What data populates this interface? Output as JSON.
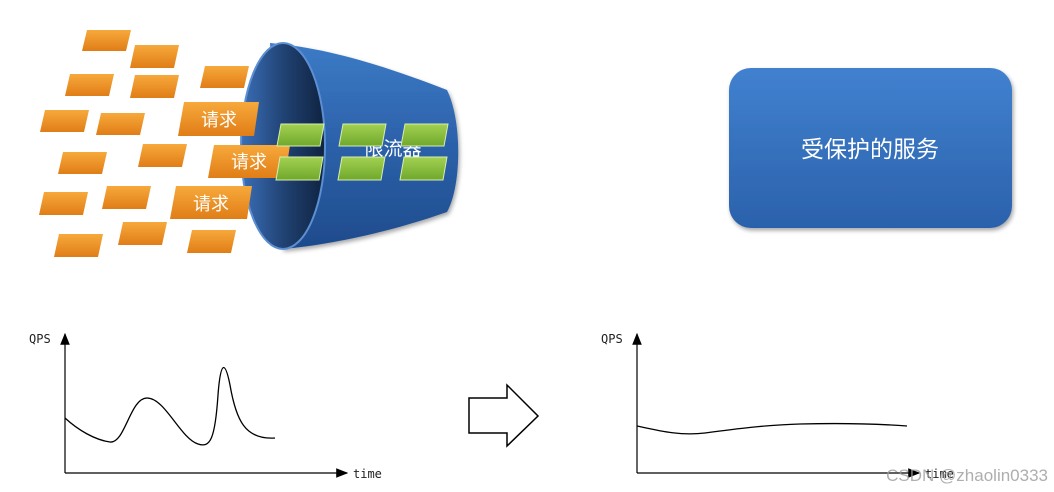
{
  "request_label": "请求",
  "limiter_label": "限流器",
  "service_label": "受保护的服务",
  "left_chart": {
    "ylabel": "QPS",
    "xlabel": "time"
  },
  "right_chart": {
    "ylabel": "QPS",
    "xlabel": "time"
  },
  "watermark": "CSDN @zhaolin0333",
  "colors": {
    "request_block": "#f39a2a",
    "token_block": "#8cc63f",
    "funnel_blue": "#2f66b0",
    "service_box": "#3b76c5"
  }
}
